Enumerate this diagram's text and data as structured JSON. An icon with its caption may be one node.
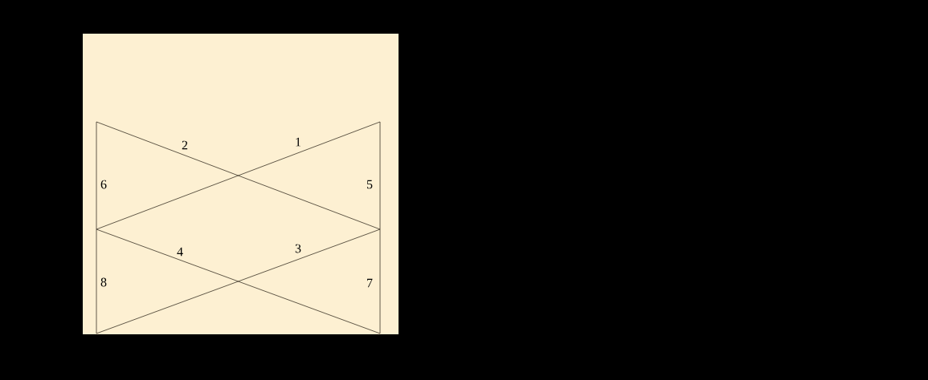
{
  "diagram": {
    "labels": [
      "2",
      "1",
      "6",
      "5",
      "4",
      "3",
      "8",
      "7"
    ]
  }
}
